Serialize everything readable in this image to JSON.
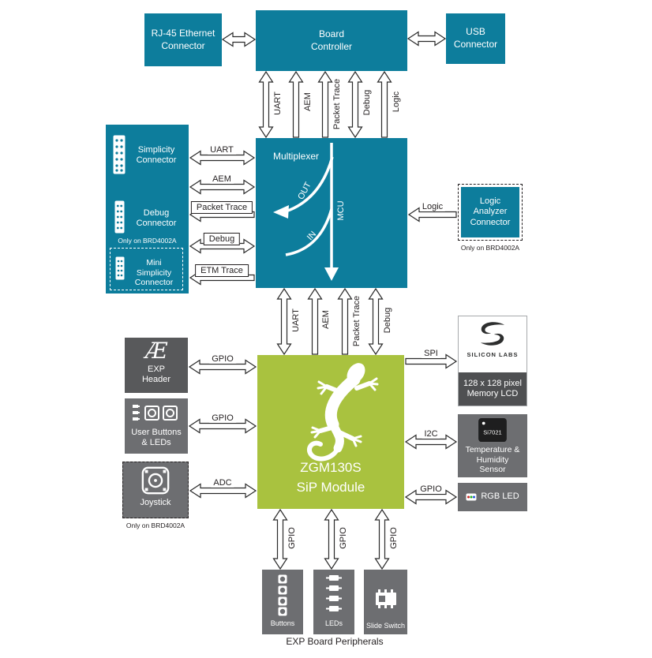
{
  "colors": {
    "teal": "#0d7d9c",
    "green": "#a9c23f",
    "dark_gray": "#58595b",
    "mid_gray": "#6d6e71",
    "ink": "#231f20"
  },
  "blocks": {
    "rj45": "RJ-45 Ethernet Connector",
    "board_controller": "Board Controller",
    "usb": "USB Connector",
    "multiplexer": "Multiplexer",
    "simplicity_connector": "Simplicity Connector",
    "debug_connector": "Debug Connector",
    "mini_simplicity_connector": "Mini Simplicity Connector",
    "logic_analyzer": "Logic Analyzer Connector",
    "sip_line1": "ZGM130S",
    "sip_line2": "SiP Module",
    "exp_logo_glyph": "Æ",
    "exp_header": "EXP Header",
    "user_buttons_leds": "User Buttons & LEDs",
    "joystick": "Joystick",
    "lcd_brand": "SILICON LABS",
    "lcd_caption": "128 x 128 pixel Memory LCD",
    "sensor_chip": "Si7021",
    "sensor": "Temperature & Humidity Sensor",
    "rgb_led": "RGB LED",
    "buttons": "Buttons",
    "leds": "LEDs",
    "slide_switch": "Slide Switch"
  },
  "notes": {
    "left_panel": "Only on BRD4002A",
    "logic_analyzer": "Only on BRD4002A",
    "joystick": "Only on BRD4002A"
  },
  "mux_flow": {
    "out": "OUT",
    "mcu": "MCU",
    "in": "IN"
  },
  "signals": {
    "bc_uart": "UART",
    "bc_aem": "AEM",
    "bc_packet": "Packet Trace",
    "bc_debug": "Debug",
    "bc_logic": "Logic",
    "left_uart": "UART",
    "left_aem": "AEM",
    "left_packet": "Packet Trace",
    "left_debug": "Debug",
    "left_etm": "ETM Trace",
    "logic": "Logic",
    "sip_uart": "UART",
    "sip_aem": "AEM",
    "sip_packet": "Packet Trace",
    "sip_debug": "Debug",
    "exp_gpio": "GPIO",
    "buttons_gpio": "GPIO",
    "joystick_adc": "ADC",
    "lcd_spi": "SPI",
    "sensor_i2c": "I2C",
    "rgb_gpio": "GPIO",
    "bottom_gpio1": "GPIO",
    "bottom_gpio2": "GPIO",
    "bottom_gpio3": "GPIO"
  },
  "caption": "EXP Board Peripherals"
}
